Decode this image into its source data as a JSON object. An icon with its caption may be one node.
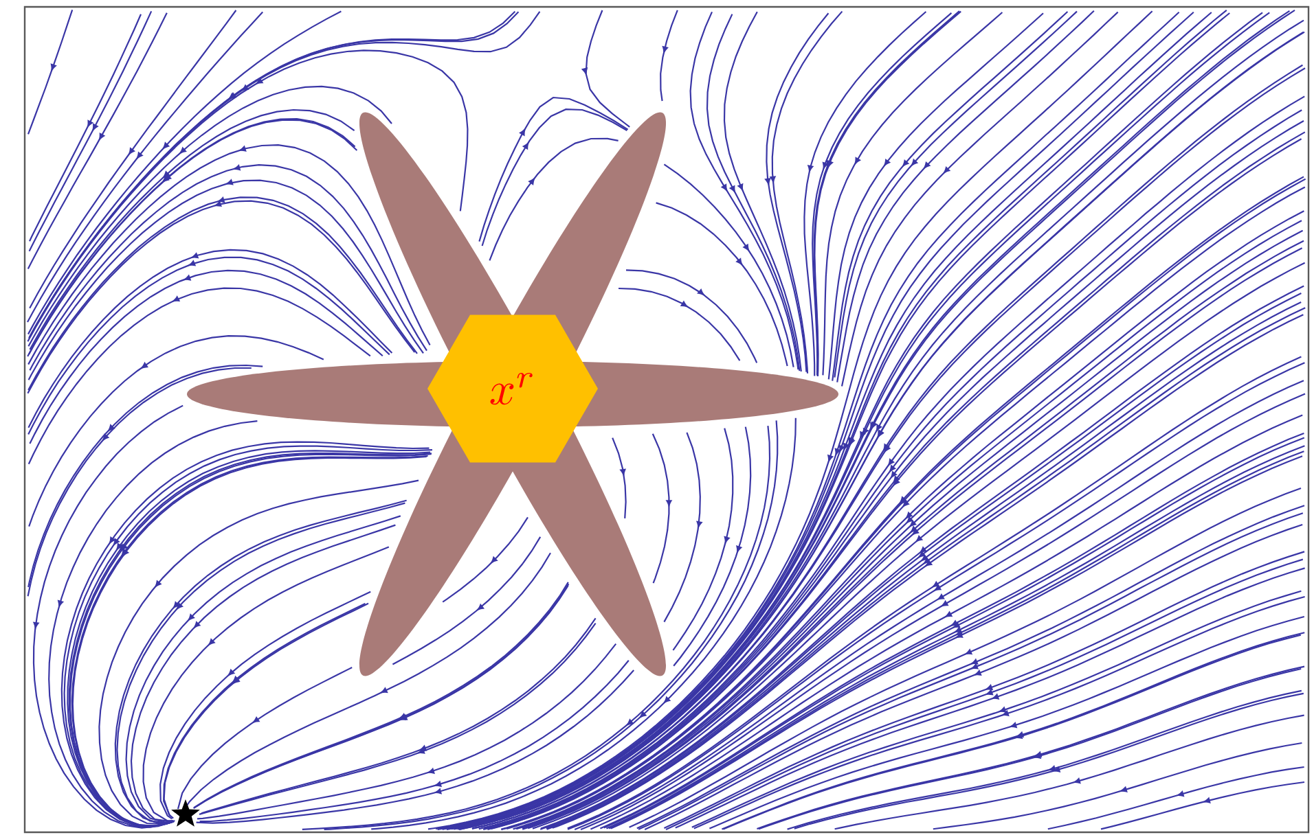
{
  "diagram": {
    "nodes": [
      {
        "text": [],
        "shape": "star"
      },
      {
        "text": [
          "x^r"
        ],
        "in": 0
      }
    ]
  }
}
